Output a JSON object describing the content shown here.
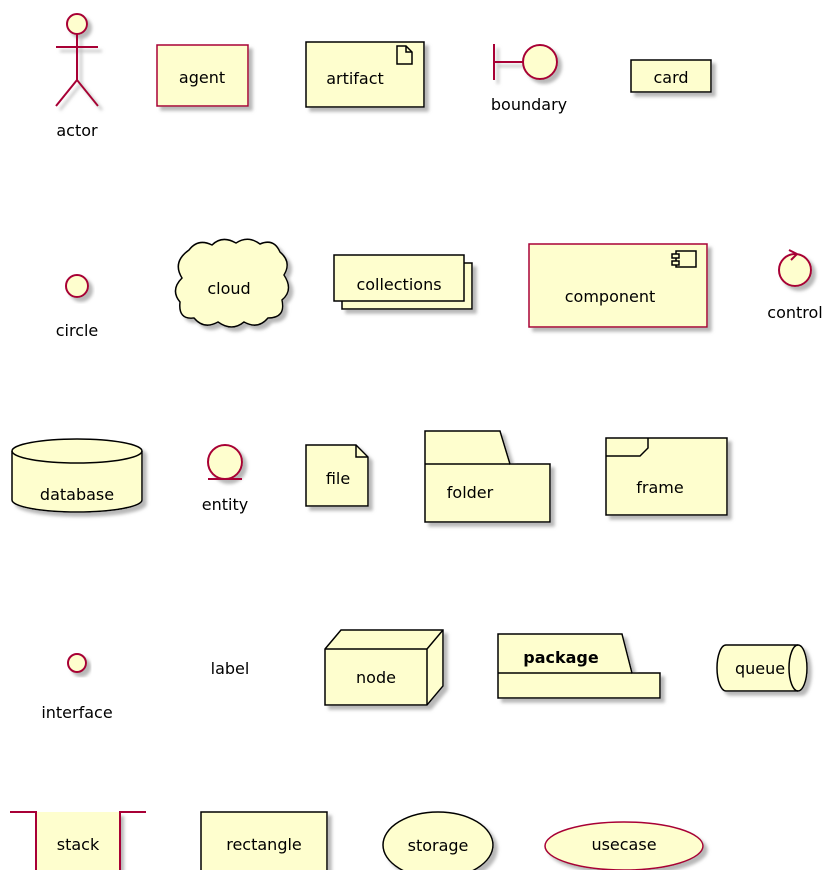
{
  "colors": {
    "fill": "#FEFECE",
    "stroke": "#A80036",
    "dark_stroke": "#000000",
    "shadow": "#C8C8C8",
    "text": "#000000"
  },
  "labels": {
    "actor": "actor",
    "agent": "agent",
    "artifact": "artifact",
    "boundary": "boundary",
    "card": "card",
    "circle": "circle",
    "cloud": "cloud",
    "collections": "collections",
    "component": "component",
    "control": "control",
    "database": "database",
    "entity": "entity",
    "file": "file",
    "folder": "folder",
    "frame": "frame",
    "interface": "interface",
    "label": "label",
    "node": "node",
    "package": "package",
    "queue": "queue",
    "stack": "stack",
    "rectangle": "rectangle",
    "storage": "storage",
    "usecase": "usecase"
  },
  "icons": {
    "artifact": "artifact-document-icon",
    "component": "component-icon",
    "control": "control-arrow-icon"
  }
}
